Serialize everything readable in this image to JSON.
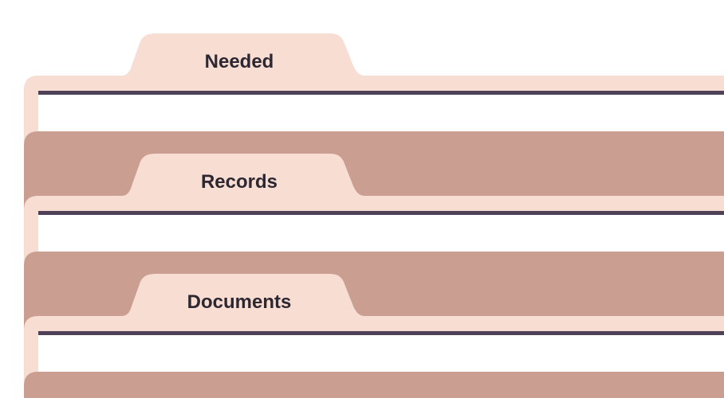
{
  "colors": {
    "page_background": "#ffffff",
    "folder_light": "#f7ddd2",
    "folder_dark": "#cb9e92",
    "divider_line": "#4f4258",
    "label_text": "#2d2731"
  },
  "tabs": [
    {
      "label": "Needed"
    },
    {
      "label": "Records"
    },
    {
      "label": "Documents"
    }
  ]
}
